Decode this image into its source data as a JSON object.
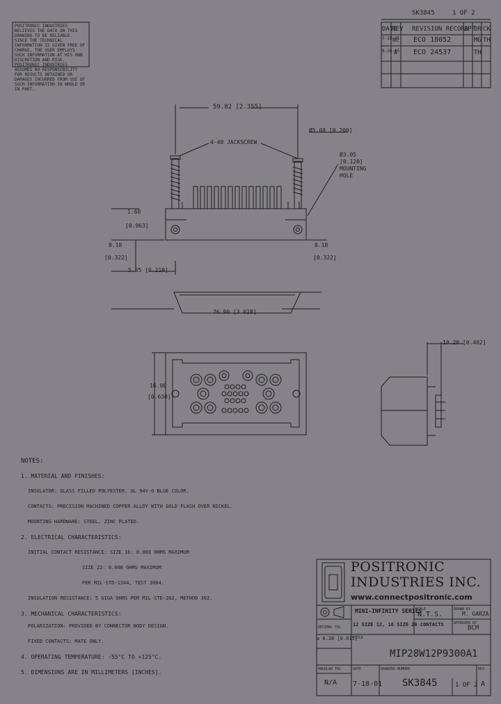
{
  "header": {
    "drawing_no": "SK3845",
    "sheet_top": "1 OF 2"
  },
  "disclaimer": "POSITRONIC INDUSTRIES BELIEVES THE DATA ON THIS DRAWING TO BE RELIABLE. SINCE THE TECHNICAL INFORMATION IS GIVEN FREE OF CHARGE, THE USER EMPLOYS SUCH INFORMATION AT HIS OWN DISCRETION AND RISK. POSITRONIC INDUSTRIES ASSUMES NO RESPONSIBILITY FOR RESULTS OBTAINED OR DAMAGES INCURRED FROM USE OF SUCH INFORMATION IN WHOLE OR IN PART.",
  "revision_table": {
    "headers": [
      "DATE",
      "REV",
      "REVISION RECORD",
      "APP",
      "DR",
      "CK"
    ],
    "rows": [
      [
        "7-18-01",
        "NC",
        "ECO 18052",
        "",
        "MG",
        "TH"
      ],
      [
        "8-26-05",
        "A",
        "ECO 24537",
        "",
        "TH",
        ""
      ]
    ]
  },
  "dimensions": {
    "overall_top": "59.82 [2.355]",
    "jackscrew": "4-40 JACKSCREW",
    "dia_top": "Ø5.08 [0.200]",
    "mounting_hole": "Ø3.05 [0.120] MOUNTING HOLE",
    "left_a": "1.60",
    "left_a_in": "[0.063]",
    "left_b": "8.18",
    "left_b_in": "[0.322]",
    "right_b": "8.18",
    "right_b_in": "[0.322]",
    "offset": "5.55 [0.219]",
    "flange": "76.90 [3.028]",
    "height": "16.00",
    "height_in": "[0.630]",
    "side": "10.20 [0.402]"
  },
  "notes": {
    "title": "NOTES:",
    "lines": [
      "1. MATERIAL AND FINISHES:",
      "INSULATOR: GLASS FILLED POLYESTER, UL 94V-0 BLUE COLOR.",
      "CONTACTS: PRECISION MACHINED COPPER ALLOY WITH GOLD FLASH OVER NICKEL.",
      "MOUNTING HARDWARE: STEEL, ZINC PLATED.",
      "2. ELECTRICAL CHARACTERISTICS:",
      "INITIAL CONTACT RESISTANCE:  SIZE 16: 0.003 OHMS MAXIMUM",
      "SIZE 22: 0.008 OHMS MAXIMUM",
      "PER MIL-STD-1344, TEST 3004.",
      "INSULATION RESISTANCE: 5 GIGA OHMS PER MIL-STD-202, METHOD 302.",
      "3. MECHANICAL CHARACTERISTICS:",
      "POLARIZATION: PROVIDED BY CONNECTOR BODY DESIGN.",
      "FIXED CONTACTS: MATE ONLY.",
      "4. OPERATING TEMPERATURE: -55°C TO +125°C.",
      "5. DIMENSIONS ARE IN MILLIMETERS [INCHES]."
    ]
  },
  "title_block": {
    "company_line1": "POSITRONIC",
    "company_line2": "INDUSTRIES INC.",
    "website": "www.connectpositronic.com",
    "description_line1": "MINI-INFINITY SERIES",
    "description_line2": "12 SIZE 12, 16 SIZE 20 CONTACTS",
    "scale_label": "SCALE",
    "scale_value": "N.T.S.",
    "drawn_by_label": "DRAWN BY",
    "drawn_by": "M. GARZA",
    "approved_by_label": "APPROVED BY",
    "approved_by": "BCM",
    "decimal_tol_label": "DECIMAL TOL",
    "decimal_tol": "± 0.38 [0.015]",
    "title_label": "TITLE",
    "part_number": "MIP28W12P9300A1",
    "ang_tol_label": "ANGULAR TOL.",
    "ang_tol": "N/A",
    "date_label": "DATE",
    "date": "7-18-01",
    "drawing_number_label": "DRAWING NUMBER",
    "drawing_number": "SK3845",
    "sheet": "1 OF 2",
    "rev_label": "REV.",
    "rev": "A"
  }
}
